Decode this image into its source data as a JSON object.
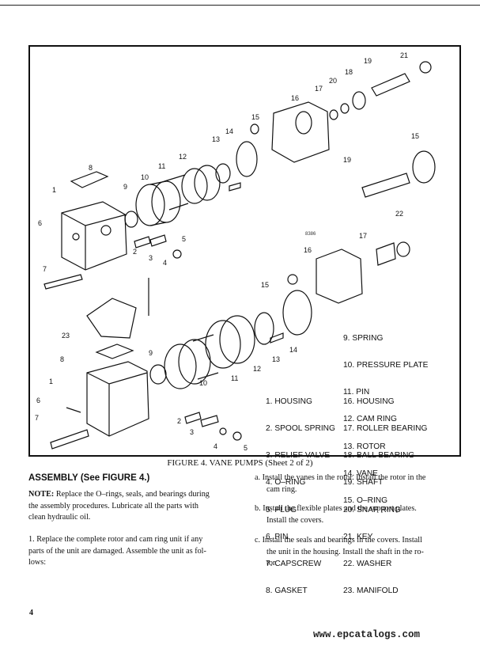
{
  "figure": {
    "caption": "FIGURE 4. VANE PUMPS (Sheet 2 of 2)",
    "drawing_id": "8386",
    "callouts": [
      "21",
      "19",
      "18",
      "20",
      "17",
      "16",
      "15",
      "14",
      "13",
      "12",
      "11",
      "8",
      "10",
      "9",
      "1",
      "6",
      "2",
      "3",
      "4",
      "5",
      "7",
      "15",
      "19",
      "22",
      "17",
      "16",
      "15",
      "13",
      "14",
      "23",
      "9",
      "12",
      "11",
      "8",
      "1",
      "10",
      "6",
      "2",
      "3",
      "4",
      "5",
      "7"
    ],
    "parts_left": [
      "9. SPRING",
      "10. PRESSURE PLATE",
      "11. PIN",
      "12. CAM RING",
      "13. ROTOR",
      "14. VANE",
      "15. O–RING"
    ],
    "parts_col1": [
      "1. HOUSING",
      "2. SPOOL SPRING",
      "3. RELIEF VALVE",
      "4. O–RING",
      "5. PLUG",
      "6. PIN",
      "7. CAPSCREW",
      "8. GASKET"
    ],
    "parts_col2": [
      "16. HOUSING",
      "17. ROLLER BEARING",
      "18. BALL BEARING",
      "19. SHAFT",
      "20. SNAP RING",
      "21. KEY",
      "22. WASHER",
      "23. MANIFOLD"
    ]
  },
  "section": {
    "heading": "ASSEMBLY (See FIGURE 4.)",
    "note_label": "NOTE:",
    "note_l1": " Replace the O–rings, seals, and bearings during",
    "note_l2": "the assembly procedures.  Lubricate all the parts with",
    "note_l3": "clean hydraulic oil.",
    "step1_l1": "1.  Replace the complete rotor and cam ring unit if any",
    "step1_l2": "parts of the unit are damaged.  Assemble the unit as fol-",
    "step1_l3": "lows:",
    "a_l1": "a.  Install the vanes in the rotor.  Install the rotor in the",
    "a_l2": "cam ring.",
    "b_l1": "b.  Install the flexible plates and the support plates.",
    "b_l2": "Install the covers.",
    "c_l1": "c.  Install the seals and bearings in the covers.  Install",
    "c_l2": "the unit in the housing.  Install the shaft in the ro-",
    "c_l3": "tor."
  },
  "page_number": "4",
  "watermark": "www.epcatalogs.com"
}
